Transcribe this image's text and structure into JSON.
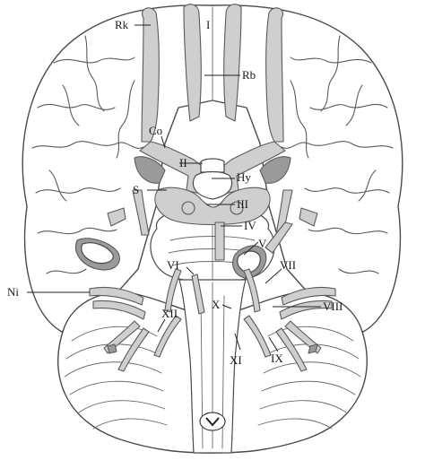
{
  "diagram": {
    "labels": {
      "rk": "Rk",
      "i": "I",
      "rb": "Rb",
      "co": "Co",
      "ii": "II",
      "hy": "Hy",
      "s": "S",
      "iii": "III",
      "iv": "IV",
      "v": "V",
      "vi": "VI",
      "vii": "VII",
      "ni": "Ni",
      "x": "X",
      "viii": "VIII",
      "xii": "XII",
      "xi": "XI",
      "ix": "IX"
    },
    "colors": {
      "nerve_fill": "#cfcfcf",
      "nerve_dark": "#9a9a9a",
      "outline": "#4a4a4a",
      "background": "#ffffff"
    }
  }
}
